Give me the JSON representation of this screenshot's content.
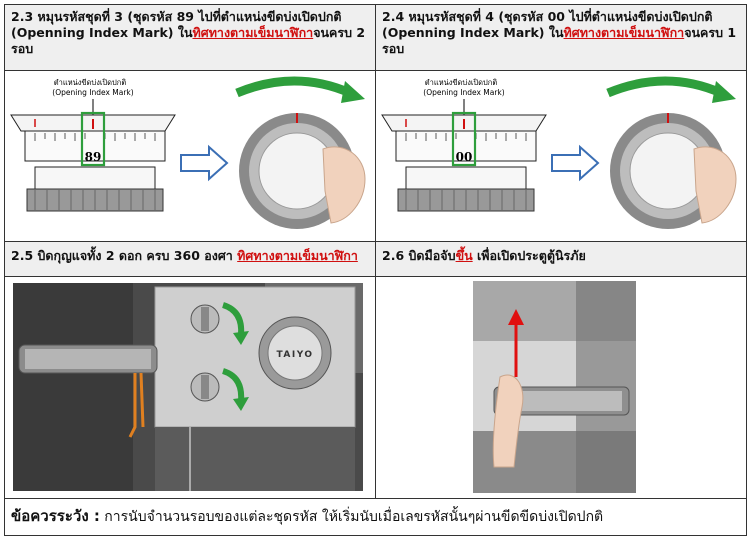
{
  "step_2_3": {
    "prefix": "2.3 หมุนรหัสชุดที่ 3 (ชุดรหัส 89 ไปที่ตำแหน่งขีดบ่งเปิดปกติ (Openning Index Mark) ใน",
    "direction": "ทิศทางตามเข็มนาฬิกา",
    "suffix": "จนครบ 2 รอบ",
    "index_label_th": "ตำแหน่งขีดบ่งเปิดปกติ",
    "index_label_en": "(Opening Index Mark)",
    "dial_number": "89"
  },
  "step_2_4": {
    "prefix": "2.4 หมุนรหัสชุดที่ 4 (ชุดรหัส 00 ไปที่ตำแหน่งขีดบ่งเปิดปกติ (Openning Index Mark) ใน",
    "direction": "ทิศทางตามเข็มนาฬิกา",
    "suffix": "จนครบ 1 รอบ",
    "index_label_th": "ตำแหน่งขีดบ่งเปิดปกติ",
    "index_label_en": "(Opening Index Mark)",
    "dial_number": "00"
  },
  "step_2_5": {
    "prefix": "2.5 บิดกุญแจทั้ง 2 ดอก ครบ 360 องศา ",
    "direction": "ทิศทางตามเข็มนาฬิกา",
    "brand": "TAIYO"
  },
  "step_2_6": {
    "prefix": "2.6 บิดมือจับ",
    "highlight": "ขึ้น",
    "suffix": " เพื่อเปิดประตูตู้นิรภัย"
  },
  "footer": {
    "caution_label": "ข้อควรระวัง :",
    "caution_text": " การนับจำนวนรอบของแต่ละชุดรหัส ให้เริ่มนับเมื่อเลขรหัสนั้นๆผ่านขีดขีดบ่งเปิดปกติ"
  },
  "colors": {
    "accent_red": "#d01010",
    "arrow_blue": "#3b6fb5",
    "arrow_green": "#2e9e3c"
  }
}
